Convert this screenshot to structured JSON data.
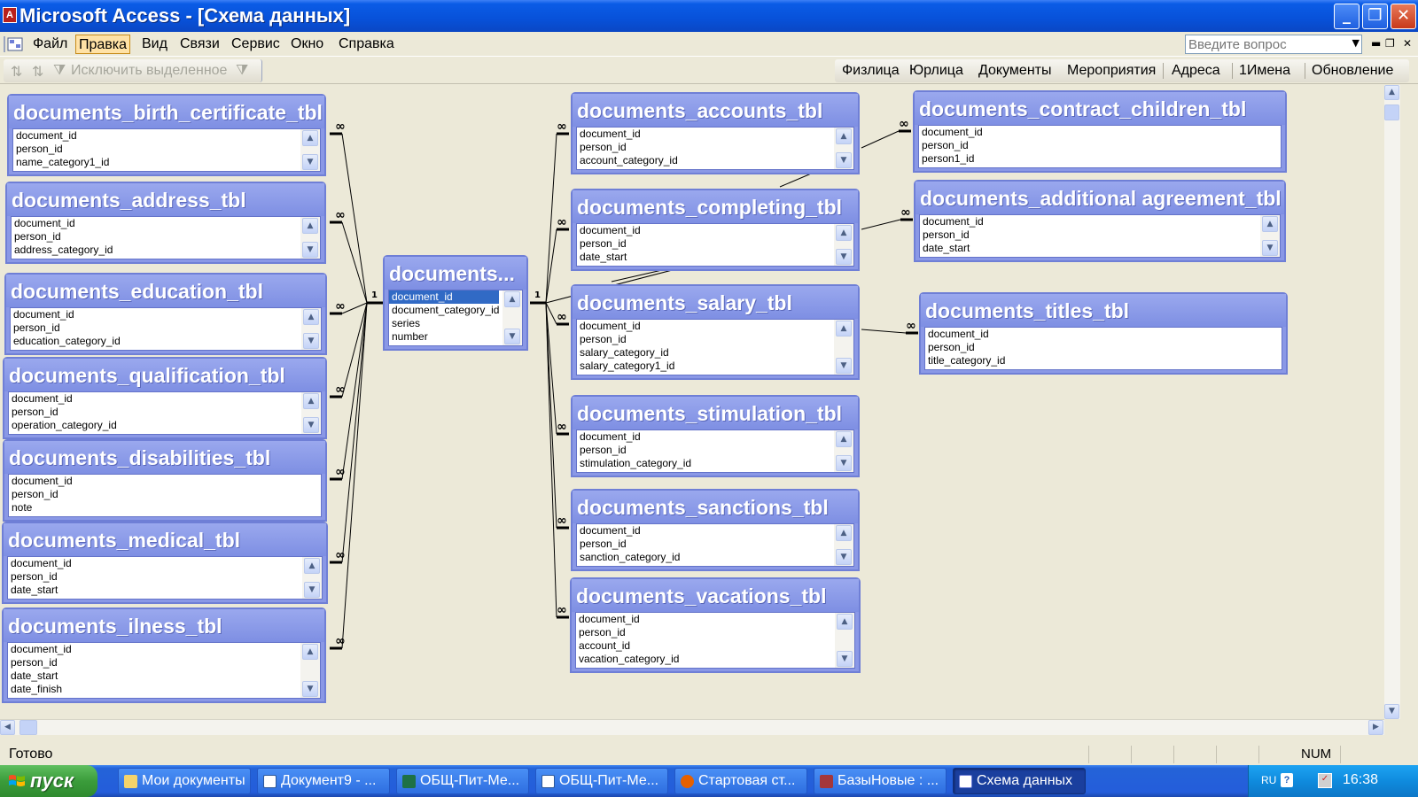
{
  "window": {
    "title": "Microsoft Access - [Схема данных]"
  },
  "menu": {
    "items": [
      "Файл",
      "Правка",
      "Вид",
      "Связи",
      "Сервис",
      "Окно",
      "Справка"
    ],
    "active_index": 1,
    "help_placeholder": "Введите вопрос"
  },
  "toolbar": {
    "filter_label": "Исключить выделенное",
    "right_items": [
      "Физлица",
      "Юрлица",
      "Документы",
      "Мероприятия",
      "Адреса",
      "1Имена",
      "Обновление"
    ]
  },
  "relation": {
    "one": "1",
    "many": "∞"
  },
  "tables": [
    {
      "name": "documents_birth_certificate_tbl",
      "fields": [
        "document_id",
        "person_id",
        "name_category1_id"
      ],
      "scroll": true
    },
    {
      "name": "documents_address_tbl",
      "fields": [
        "document_id",
        "person_id",
        "address_category_id"
      ],
      "scroll": true
    },
    {
      "name": "documents_education_tbl",
      "fields": [
        "document_id",
        "person_id",
        "education_category_id"
      ],
      "scroll": true
    },
    {
      "name": "documents_qualification_tbl",
      "fields": [
        "document_id",
        "person_id",
        "operation_category_id"
      ],
      "scroll": true
    },
    {
      "name": "documents_disabilities_tbl",
      "fields": [
        "document_id",
        "person_id",
        "note"
      ],
      "scroll": false
    },
    {
      "name": "documents_medical_tbl",
      "fields": [
        "document_id",
        "person_id",
        "date_start"
      ],
      "scroll": true
    },
    {
      "name": "documents_ilness_tbl",
      "fields": [
        "document_id",
        "person_id",
        "date_start",
        "date_finish"
      ],
      "scroll": true
    },
    {
      "name": "documents...",
      "fields": [
        "document_id",
        "document_category_id",
        "series",
        "number"
      ],
      "scroll": true,
      "selected_index": 0
    },
    {
      "name": "documents_accounts_tbl",
      "fields": [
        "document_id",
        "person_id",
        "account_category_id"
      ],
      "scroll": true
    },
    {
      "name": "documents_completing_tbl",
      "fields": [
        "document_id",
        "person_id",
        "date_start"
      ],
      "scroll": true
    },
    {
      "name": "documents_salary_tbl",
      "fields": [
        "document_id",
        "person_id",
        "salary_category_id",
        "salary_category1_id"
      ],
      "scroll": true
    },
    {
      "name": "documents_stimulation_tbl",
      "fields": [
        "document_id",
        "person_id",
        "stimulation_category_id"
      ],
      "scroll": true
    },
    {
      "name": "documents_sanctions_tbl",
      "fields": [
        "document_id",
        "person_id",
        "sanction_category_id"
      ],
      "scroll": true
    },
    {
      "name": "documents_vacations_tbl",
      "fields": [
        "document_id",
        "person_id",
        "account_id",
        "vacation_category_id"
      ],
      "scroll": true
    },
    {
      "name": "documents_contract_children_tbl",
      "fields": [
        "document_id",
        "person_id",
        "person1_id"
      ],
      "scroll": false
    },
    {
      "name": "documents_additional agreement_tbl",
      "fields": [
        "document_id",
        "person_id",
        "date_start"
      ],
      "scroll": true
    },
    {
      "name": "documents_titles_tbl",
      "fields": [
        "document_id",
        "person_id",
        "title_category_id"
      ],
      "scroll": false
    }
  ],
  "status": {
    "text": "Готово",
    "num": "NUM"
  },
  "taskbar": {
    "start_label": "пуск",
    "tasks": [
      "Мои документы",
      "Документ9 - ...",
      "ОБЩ-Пит-Ме...",
      "ОБЩ-Пит-Ме...",
      "Стартовая ст...",
      "БазыНовые : ...",
      "Схема данных"
    ],
    "active_index": 6,
    "lang": "RU",
    "clock": "16:38"
  },
  "colors": {
    "title_blue": "#0a5ce6",
    "table_header": "#8a98e6",
    "start_green": "#3b9c3b",
    "selection": "#316ac5"
  }
}
